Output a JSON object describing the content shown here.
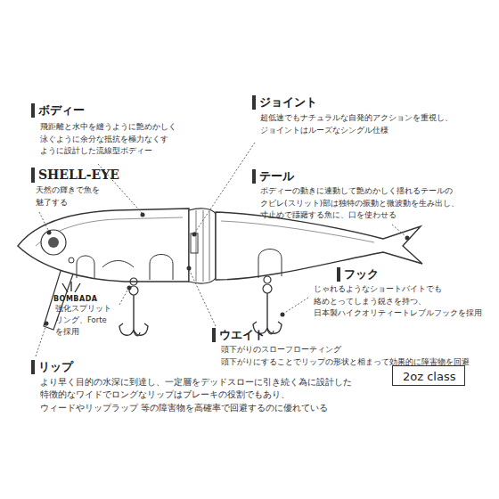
{
  "diagram": {
    "nodes": [
      {
        "text": [
          "2oz class"
        ]
      }
    ],
    "labels": [
      "ボディー",
      "飛距離と水中を縫うように艶めかしく 泳ぐように余分な抵抗を極力なくす ように設計した流線型ボディー",
      "ジョイント",
      "超低速でもナチュラルな自発的アクションを重視し、 ジョイントはルーズなシングル仕様",
      "SHELL-EYE",
      "天然の輝きで魚を 魅了する",
      "テール",
      "ボディーの動きに連動して艶めかしく揺れるテールの クビレ(スリット)部は独特の振動と微波動を生み出し、 寸止めで躊躇する魚に、口を使わせる",
      "フック",
      "じゃれるようなショートバイトでも 絡めとってしまう鋭さを持つ、 日本製ハイクオリティートレブルフックを採用",
      "BOMBADA",
      "強化スプリット リング、Forte を採用",
      "ウエイト",
      "頭下がりのスローフローティング 頭下がりにすることでリップの形状と相まって効果的に障害物を回避",
      "リップ",
      "より早く目的の水深に到達し、一定層をデッドスローに引き続く為に設計した 特徴的なワイドでロングなリップはブレーキの役割でもあり、ウィードやリップラップ 等の障害物を高確率で回避するのに優れている"
    ]
  }
}
